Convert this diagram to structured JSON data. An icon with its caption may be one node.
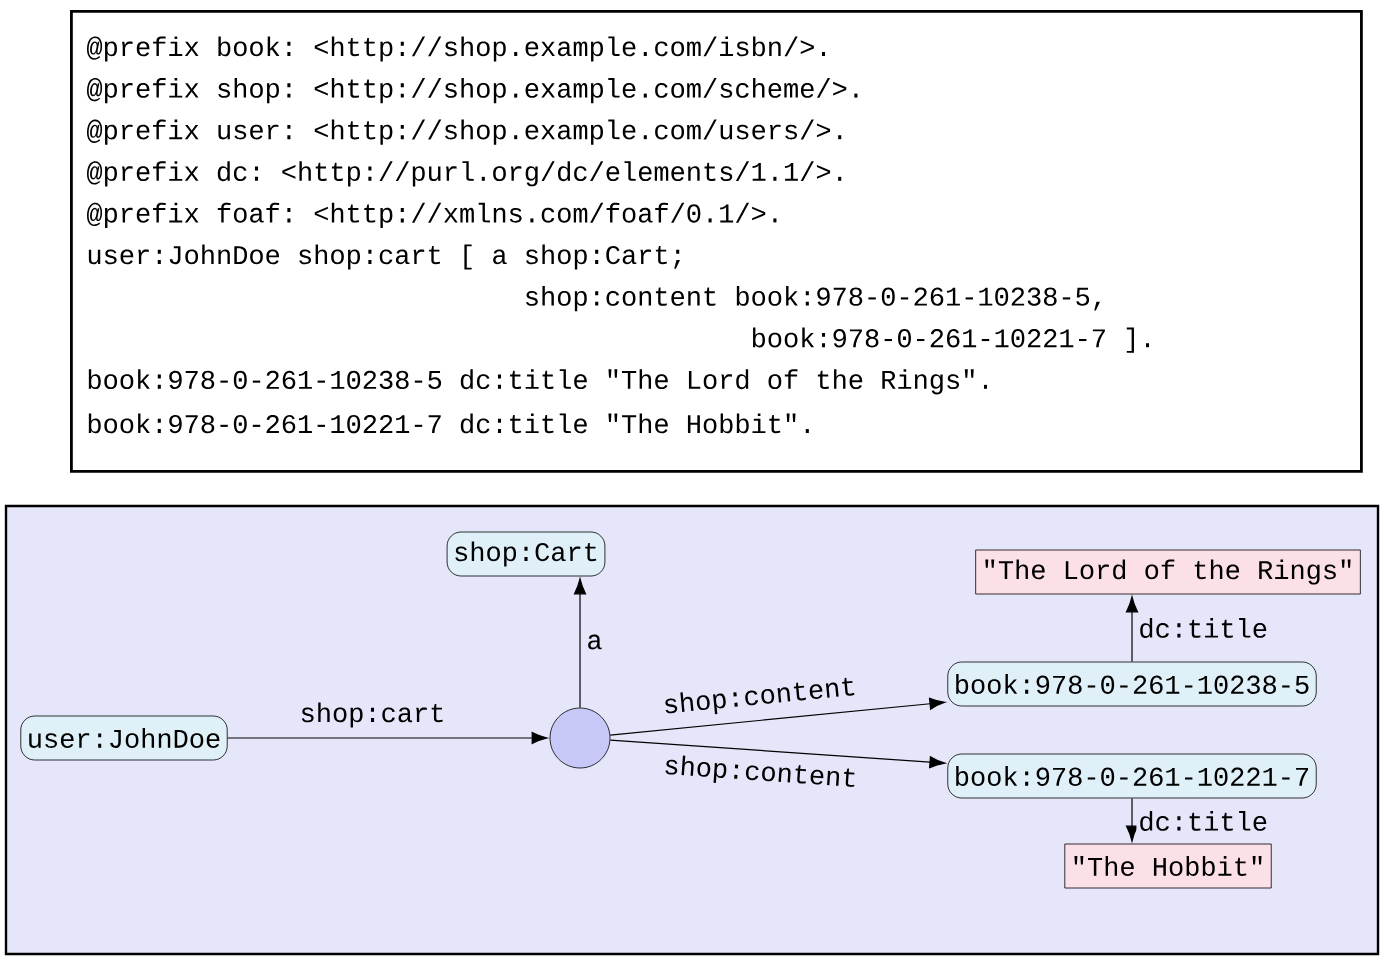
{
  "diagram": {
    "nodes": [
      {
        "text": [
          "@prefix book: <http://shop.example.com/isbn/>.",
          "@prefix shop: <http://shop.example.com/scheme/>.",
          "@prefix user: <http://shop.example.com/users/>.",
          "@prefix dc: <http://purl.org/dc/elements/1.1/>.",
          "@prefix foaf: <http://xmlns.com/foaf/0.1/>.",
          "user:JohnDoe shop:cart [ a shop:Cart;",
          "shop:content book:978-0-261-10238-5,",
          "book:978-0-261-10221-7 ].",
          "book:978-0-261-10238-5 dc:title \"The Lord of the Rings\".",
          "book:978-0-261-10221-7 dc:title \"The Hobbit\"."
        ]
      },
      {
        "text": [
          "user:JohnDoe"
        ]
      },
      {
        "text": [],
        "shape": "circle"
      },
      {
        "text": [
          "shop:Cart"
        ]
      },
      {
        "text": [
          "book:978-0-261-10238-5"
        ]
      },
      {
        "text": [
          "book:978-0-261-10221-7"
        ]
      },
      {
        "text": [
          "\"The Lord of the Rings\""
        ]
      },
      {
        "text": [
          "\"The Hobbit\""
        ]
      }
    ],
    "edges": [
      {
        "from": 1,
        "to": 2,
        "arrow": "to",
        "label": "shop:cart"
      },
      {
        "from": 2,
        "to": 3,
        "arrow": "to",
        "label": "a"
      },
      {
        "from": 2,
        "to": 4,
        "arrow": "to",
        "label": "shop:content"
      },
      {
        "from": 2,
        "to": 5,
        "arrow": "to",
        "label": "shop:content"
      },
      {
        "from": 4,
        "to": 6,
        "arrow": "to",
        "label": "dc:title"
      },
      {
        "from": 5,
        "to": 7,
        "arrow": "to",
        "label": "dc:title"
      }
    ]
  }
}
